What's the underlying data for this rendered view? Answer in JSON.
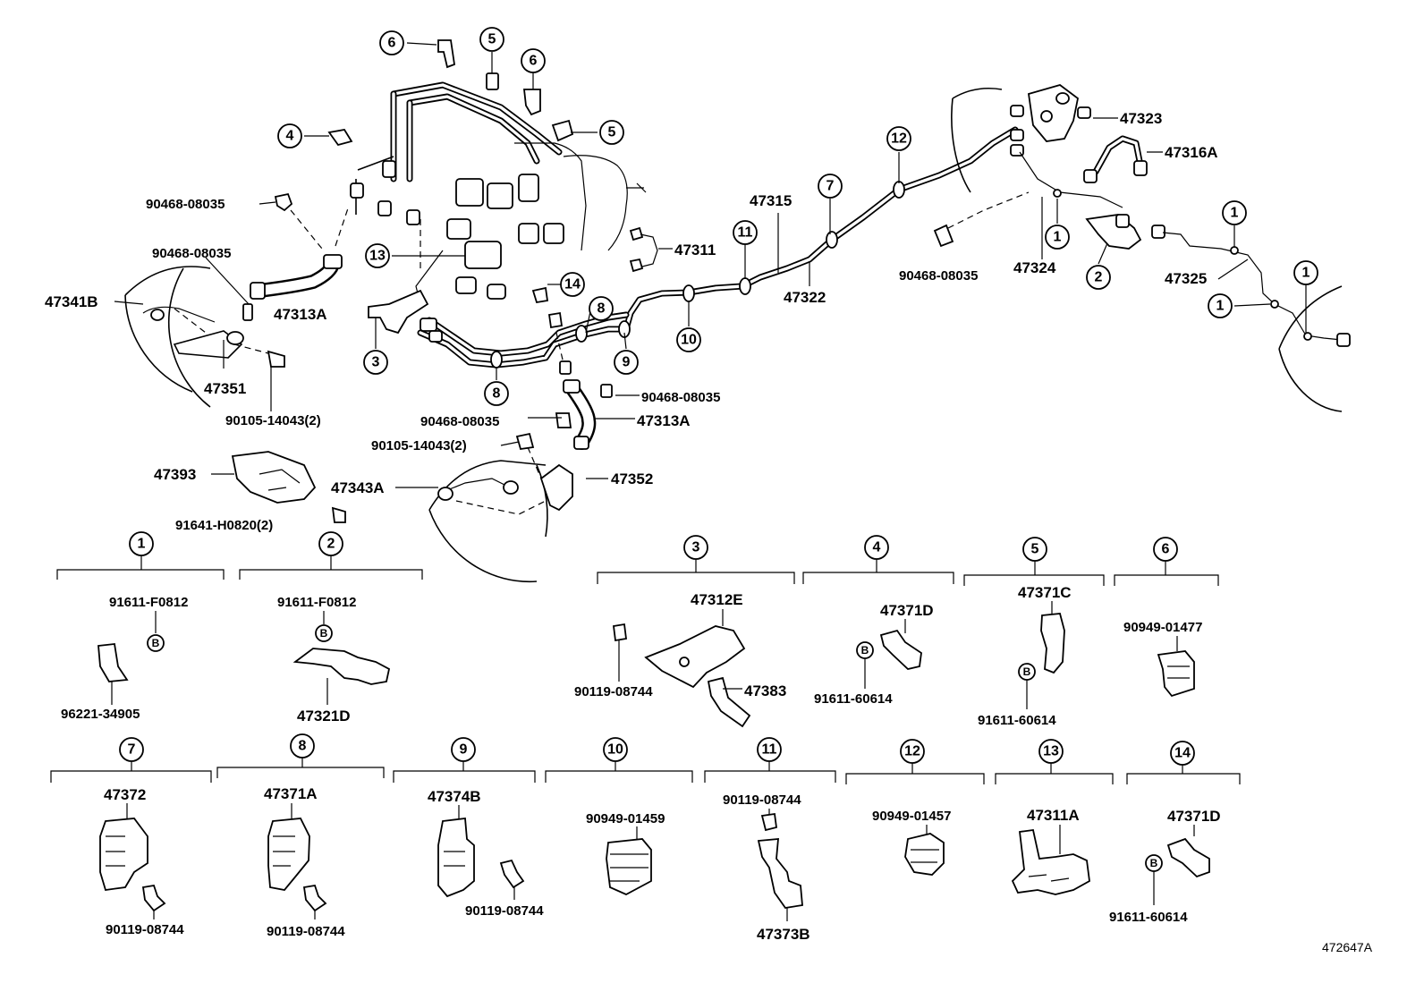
{
  "diagram_id": "472647A",
  "callouts": {
    "c1": "1",
    "c2": "2",
    "c3": "3",
    "c4": "4",
    "c5": "5",
    "c6": "6",
    "c7": "7",
    "c8": "8",
    "c9": "9",
    "c10": "10",
    "c11": "11",
    "c12": "12",
    "c13": "13",
    "c14": "14"
  },
  "bolt_mark": "B",
  "parts": {
    "p47323": "47323",
    "p47316A": "47316A",
    "p47315": "47315",
    "p47311": "47311",
    "p47322": "47322",
    "p47324": "47324",
    "p47325": "47325",
    "p47341B": "47341B",
    "p47313A": "47313A",
    "p47351": "47351",
    "p47393": "47393",
    "p47343A": "47343A",
    "p47352": "47352",
    "p90468_08035": "90468-08035",
    "p90105_14043_2": "90105-14043(2)",
    "p91641_H0820_2": "91641-H0820(2)"
  },
  "details": {
    "d1": {
      "top": "91611-F0812",
      "bottom": "96221-34905"
    },
    "d2": {
      "top": "91611-F0812",
      "bottom": "47321D"
    },
    "d3": {
      "top": "47312E",
      "left": "90119-08744",
      "right": "47383"
    },
    "d4": {
      "top": "47371D",
      "bottom": "91611-60614"
    },
    "d5": {
      "top": "47371C",
      "bottom": "91611-60614"
    },
    "d6": {
      "top": "90949-01477"
    },
    "d7": {
      "top": "47372",
      "bottom": "90119-08744"
    },
    "d8": {
      "top": "47371A",
      "bottom": "90119-08744"
    },
    "d9": {
      "top": "47374B",
      "bottom": "90119-08744"
    },
    "d10": {
      "top": "90949-01459"
    },
    "d11": {
      "top": "90119-08744",
      "bottom": "47373B"
    },
    "d12": {
      "top": "90949-01457"
    },
    "d13": {
      "top": "47311A"
    },
    "d14": {
      "top": "47371D",
      "bottom": "91611-60614"
    }
  }
}
